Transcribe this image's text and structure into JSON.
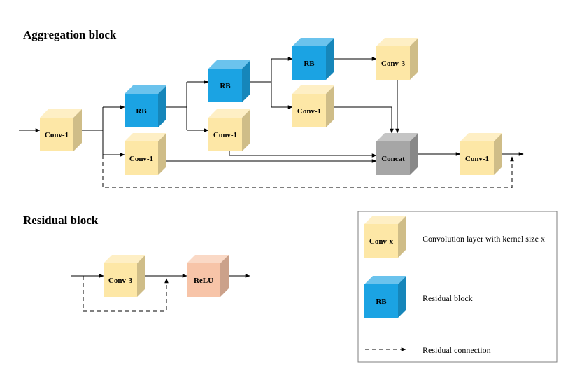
{
  "aggregation": {
    "title": "Aggregation block",
    "blocks": {
      "conv_in": "Conv-1",
      "rb1": "RB",
      "conv1_lower": "Conv-1",
      "rb2": "RB",
      "conv1_mid": "Conv-1",
      "rb3": "RB",
      "conv1_upper": "Conv-1",
      "conv3_top": "Conv-3",
      "concat": "Concat",
      "conv_out": "Conv-1"
    }
  },
  "residual": {
    "title": "Residual block",
    "blocks": {
      "conv3": "Conv-3",
      "relu": "ReLU"
    }
  },
  "legend": {
    "conv_label": "Conv-x",
    "conv_desc": "Convolution layer with kernel size x",
    "rb_label": "RB",
    "rb_desc": "Residual block",
    "dashed_desc": "Residual connection"
  },
  "colors": {
    "conv": "#FDE7A6",
    "rb": "#1BA3E3",
    "concat": "#A6A6A6",
    "relu": "#F7C4A8"
  }
}
